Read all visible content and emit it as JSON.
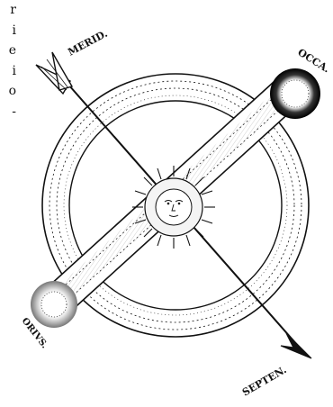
{
  "engraving": {
    "labels": {
      "meridies": "MERID.",
      "occasus": "OCCA.",
      "ortus": "ORIVS.",
      "septentrio": "SEPTEN."
    }
  },
  "margin_text": [
    "r",
    "i",
    "e",
    "i",
    "o",
    "-"
  ],
  "colors": {
    "ink": "#111111",
    "paper": "#ffffff"
  }
}
